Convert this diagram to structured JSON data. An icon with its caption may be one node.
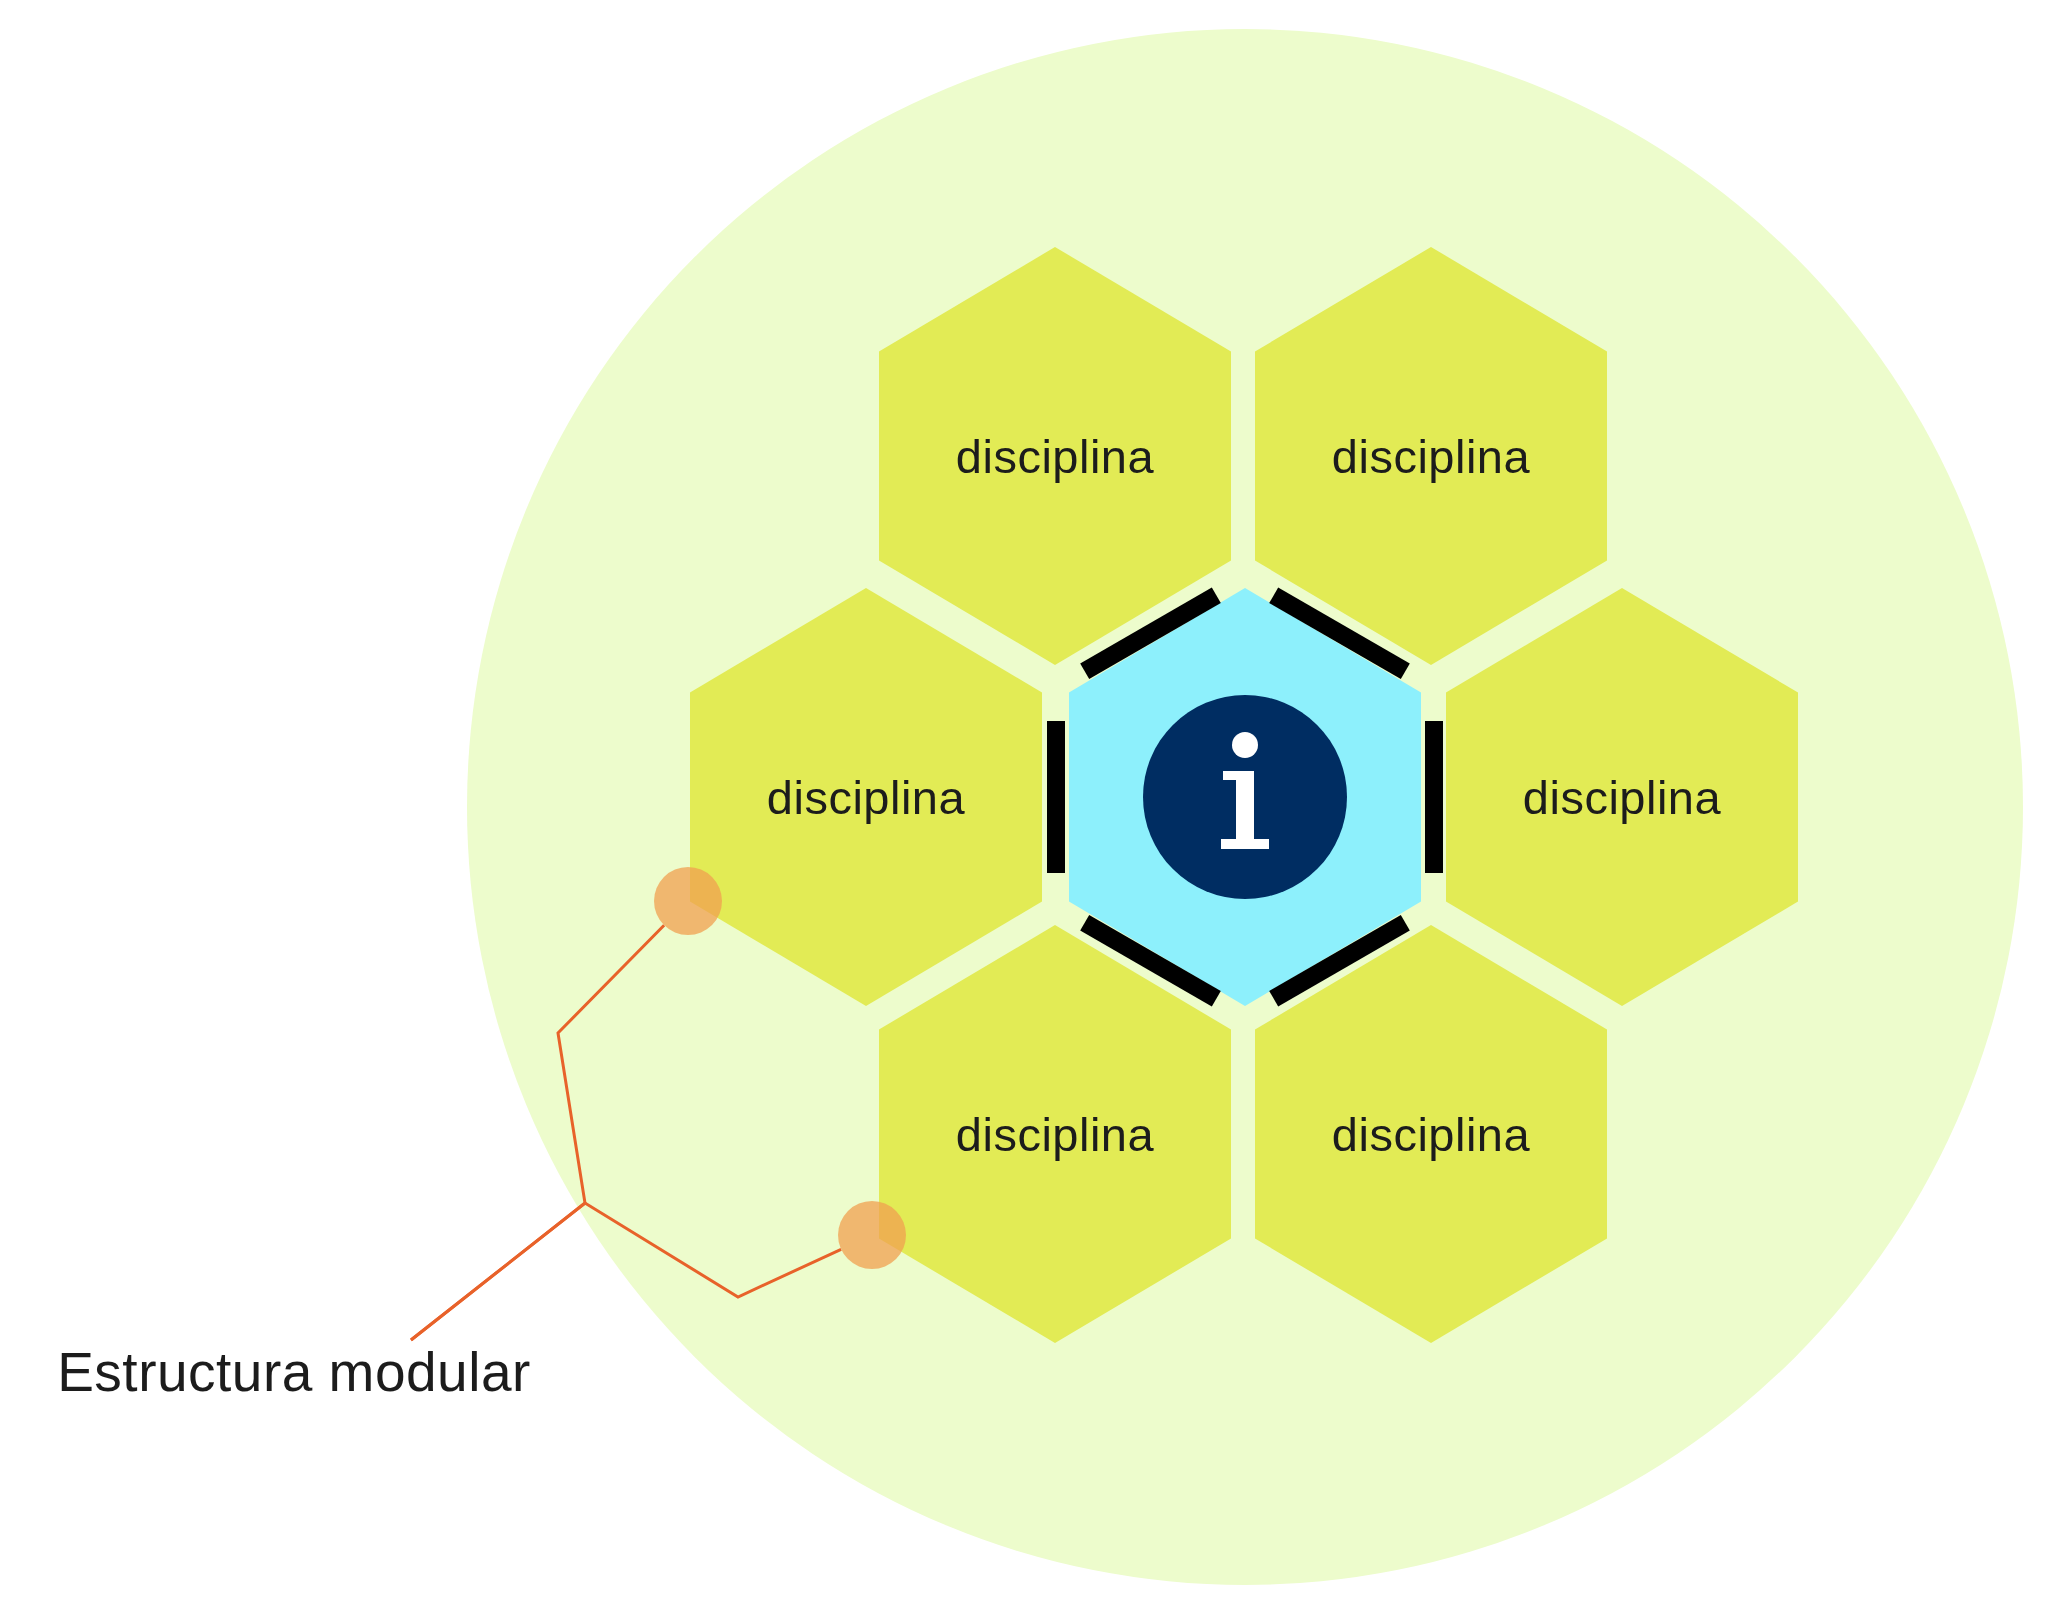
{
  "diagram": {
    "nodes": [
      {
        "text": [],
        "shape": "circle"
      },
      {
        "text": [
          "disciplina"
        ],
        "in": 0
      },
      {
        "text": [
          "disciplina"
        ],
        "in": 0
      },
      {
        "text": [
          "disciplina"
        ],
        "in": 0
      },
      {
        "text": [],
        "shape": "hexagon",
        "in": 0
      },
      {
        "text": [
          "disciplina"
        ],
        "in": 0
      },
      {
        "text": [
          "disciplina"
        ],
        "in": 0
      },
      {
        "text": [
          "disciplina"
        ],
        "in": 0
      },
      {
        "text": [
          "Estructura modular"
        ]
      },
      {
        "text": [],
        "shape": "circle",
        "in": 0
      },
      {
        "text": [],
        "shape": "circle",
        "in": 0
      }
    ],
    "edges": [
      {
        "from": 8,
        "to": 9,
        "arrow": "none"
      },
      {
        "from": 8,
        "to": 10,
        "arrow": "none"
      }
    ]
  }
}
